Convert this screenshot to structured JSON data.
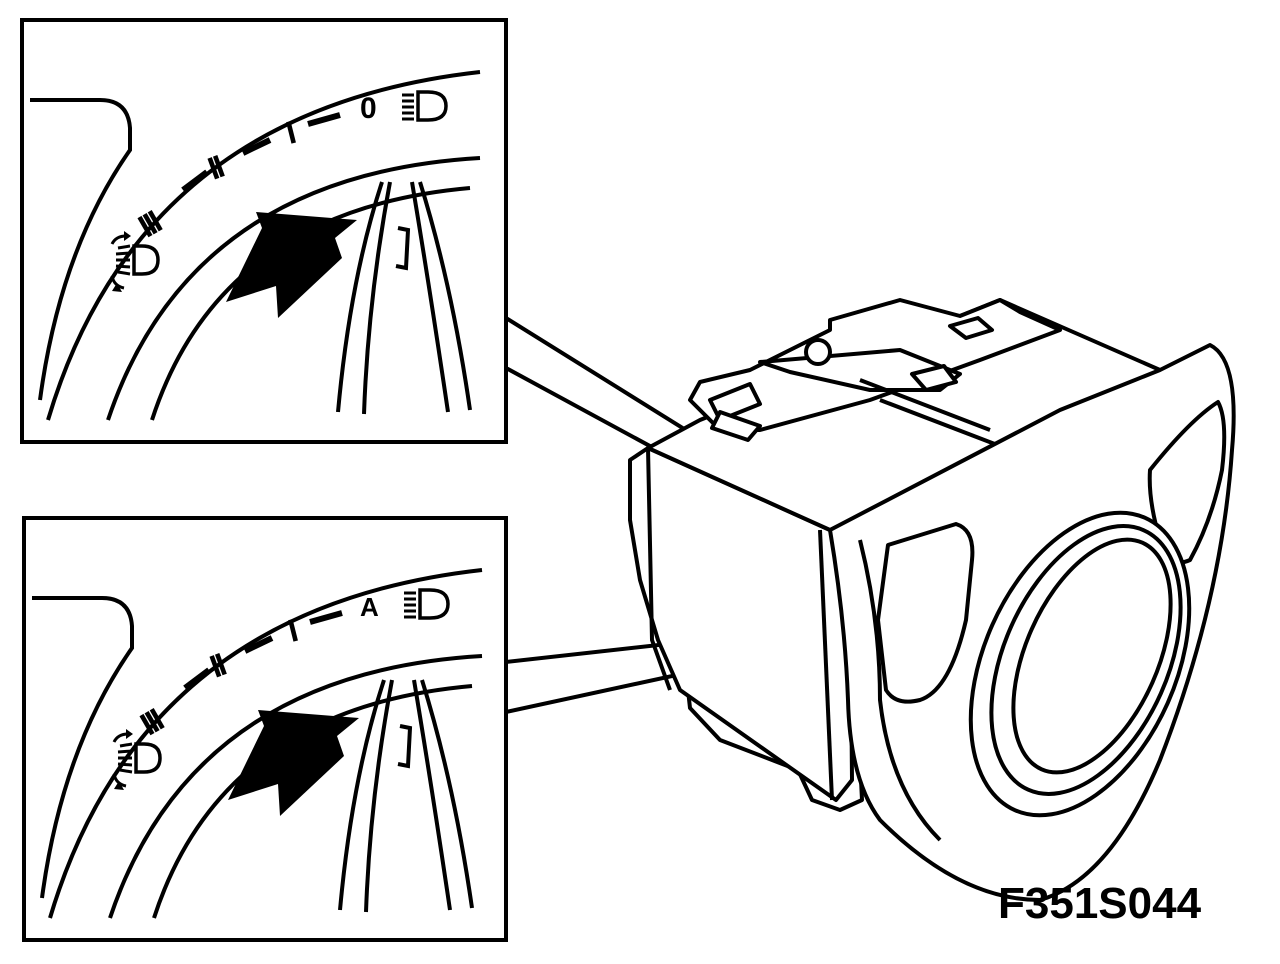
{
  "figure_code": "F351S044",
  "panels": [
    {
      "id": "top",
      "scale": [
        "III",
        "II",
        "I",
        "0"
      ]
    },
    {
      "id": "bottom",
      "scale": [
        "III",
        "II",
        "I",
        "A"
      ]
    }
  ],
  "icons": {
    "headlamp": "headlamp-icon",
    "headlamp_leveling": "headlamp-leveling-icon",
    "arrow": "pointer-arrow-icon"
  },
  "colors": {
    "ink": "#000000",
    "paper": "#ffffff"
  }
}
